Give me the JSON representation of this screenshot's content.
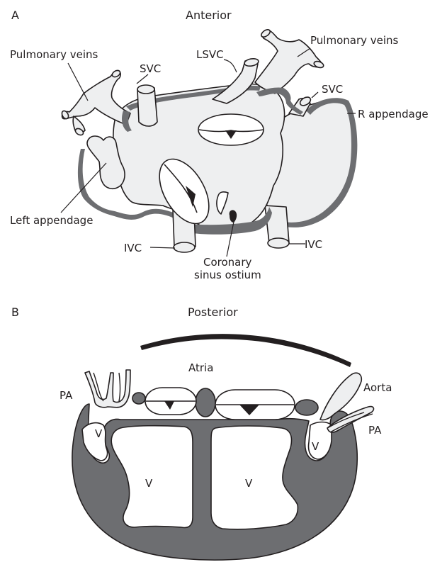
{
  "panel_a": {
    "letter": "A",
    "orientation": "Anterior",
    "labels": {
      "pulmonary_veins_left": "Pulmonary veins",
      "pulmonary_veins_right": "Pulmonary veins",
      "svc_left": "SVC",
      "lsvc": "LSVC",
      "svc_right": "SVC",
      "r_appendage": "R appendage",
      "left_appendage": "Left appendage",
      "ivc_left": "IVC",
      "ivc_right": "IVC",
      "coronary_line1": "Coronary",
      "coronary_line2": "sinus ostium"
    }
  },
  "panel_b": {
    "letter": "B",
    "orientation": "Posterior",
    "labels": {
      "atria": "Atria",
      "pa_left": "PA",
      "aorta": "Aorta",
      "pa_right": "PA",
      "v": "V"
    }
  },
  "colors": {
    "outline": "#231f20",
    "tissue_light": "#eeeff0",
    "tissue_dark": "#6d6e71",
    "background": "#ffffff"
  }
}
